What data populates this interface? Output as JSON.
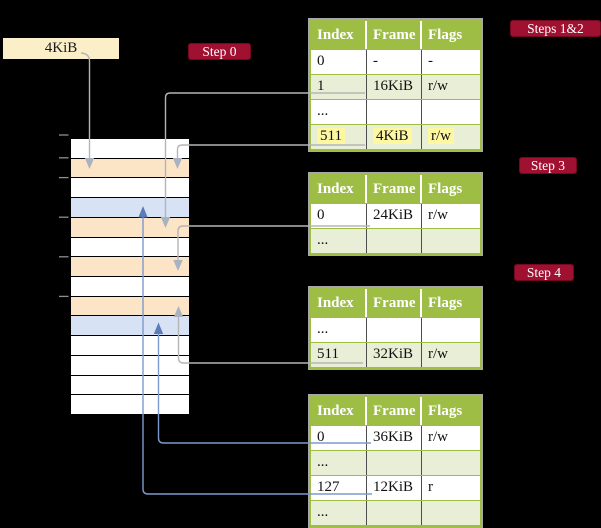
{
  "page_box": {
    "label": "4KiB"
  },
  "step_badges": [
    {
      "id": "step-0",
      "label": "Step 0"
    },
    {
      "id": "steps-1-2",
      "label": "Steps 1&2"
    },
    {
      "id": "step-3",
      "label": "Step 3"
    },
    {
      "id": "step-4",
      "label": "Step 4"
    }
  ],
  "memory_stack": {
    "cells": [
      "white",
      "orange",
      "white",
      "blue",
      "orange",
      "white",
      "orange",
      "white",
      "orange",
      "blue",
      "white",
      "white",
      "white",
      "white"
    ]
  },
  "page_tables": [
    {
      "id": "table-steps-1-2",
      "headers": [
        "Index",
        "Frame",
        "Flags"
      ],
      "rows": [
        {
          "index": "0",
          "frame": "-",
          "flags": "-",
          "shaded": false,
          "highlighted": false
        },
        {
          "index": "1",
          "frame": "16KiB",
          "flags": "r/w",
          "shaded": true,
          "highlighted": false
        },
        {
          "index": "...",
          "frame": "",
          "flags": "",
          "shaded": false,
          "highlighted": false
        },
        {
          "index": "511",
          "frame": "4KiB",
          "flags": "r/w",
          "shaded": true,
          "highlighted": true
        }
      ]
    },
    {
      "id": "table-step-3",
      "headers": [
        "Index",
        "Frame",
        "Flags"
      ],
      "rows": [
        {
          "index": "0",
          "frame": "24KiB",
          "flags": "r/w",
          "shaded": false,
          "highlighted": false
        },
        {
          "index": "...",
          "frame": "",
          "flags": "",
          "shaded": true,
          "highlighted": false
        }
      ]
    },
    {
      "id": "table-step-4",
      "headers": [
        "Index",
        "Frame",
        "Flags"
      ],
      "rows": [
        {
          "index": "...",
          "frame": "",
          "flags": "",
          "shaded": false,
          "highlighted": false
        },
        {
          "index": "511",
          "frame": "32KiB",
          "flags": "r/w",
          "shaded": true,
          "highlighted": false
        }
      ]
    },
    {
      "id": "table-final",
      "headers": [
        "Index",
        "Frame",
        "Flags"
      ],
      "rows": [
        {
          "index": "0",
          "frame": "36KiB",
          "flags": "r/w",
          "shaded": false,
          "highlighted": false
        },
        {
          "index": "...",
          "frame": "",
          "flags": "",
          "shaded": true,
          "highlighted": false
        },
        {
          "index": "127",
          "frame": "12KiB",
          "flags": "r",
          "shaded": false,
          "highlighted": false
        },
        {
          "index": "...",
          "frame": "",
          "flags": "",
          "shaded": true,
          "highlighted": false
        }
      ]
    }
  ],
  "colors": {
    "header_green": "#9dbd44",
    "row_green": "#e9efd6",
    "highlight_yellow": "#fdf7a1",
    "stack_orange": "#fce4c6",
    "stack_blue": "#d7e3f4",
    "box_cream": "#fbefc9",
    "badge_red": "#a01030",
    "connector_gray": "#b5b5b5",
    "arrow_gray": "#a9b2c0",
    "connector_blue": "#7d9ace",
    "arrow_blue": "#5b7cb9"
  }
}
